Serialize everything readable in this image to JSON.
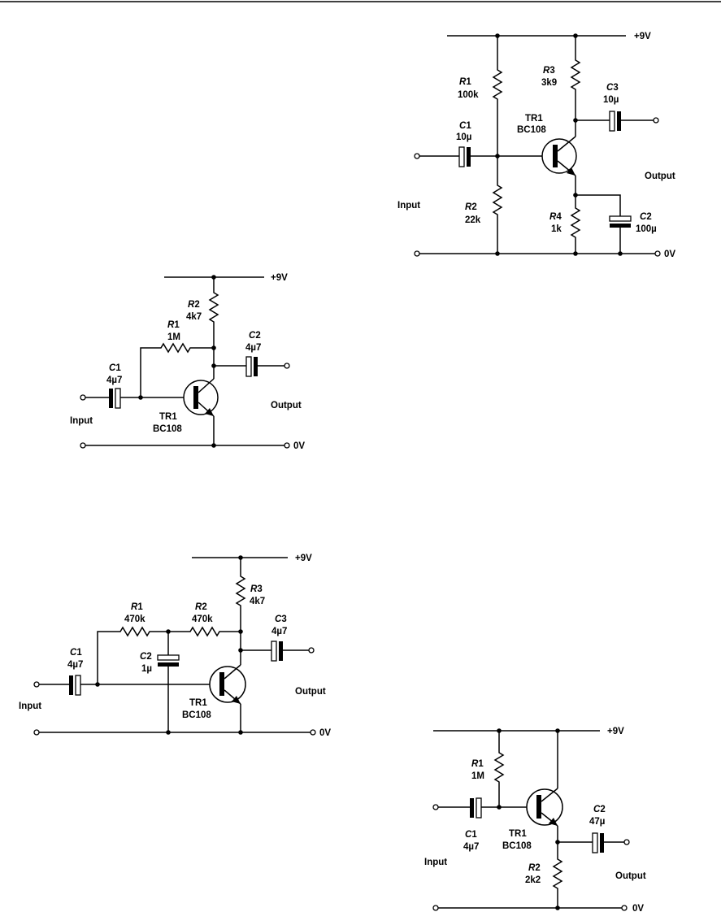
{
  "circuits": {
    "a": {
      "supply": "+9V",
      "ground": "0V",
      "r1_name": "R",
      "r1_num": "1",
      "r1_val": "100k",
      "r2_name": "R",
      "r2_num": "2",
      "r2_val": "22k",
      "r3_name": "R",
      "r3_num": "3",
      "r3_val": "3k9",
      "r4_name": "R",
      "r4_num": "4",
      "r4_val": "1k",
      "c1_name": "C",
      "c1_num": "1",
      "c1_val": "10µ",
      "c2_name": "C",
      "c2_num": "2",
      "c2_val": "100µ",
      "c3_name": "C",
      "c3_num": "3",
      "c3_val": "10µ",
      "tr": "TR1",
      "tr_type": "BC108",
      "input": "Input",
      "output": "Output"
    },
    "b": {
      "supply": "+9V",
      "ground": "0V",
      "r1_name": "R",
      "r1_num": "1",
      "r1_val": "1M",
      "r2_name": "R",
      "r2_num": "2",
      "r2_val": "4k7",
      "c1_name": "C",
      "c1_num": "1",
      "c1_val": "4µ7",
      "c2_name": "C",
      "c2_num": "2",
      "c2_val": "4µ7",
      "tr": "TR1",
      "tr_type": "BC108",
      "input": "Input",
      "output": "Output"
    },
    "c": {
      "supply": "+9V",
      "ground": "0V",
      "r1_name": "R",
      "r1_num": "1",
      "r1_val": "470k",
      "r2_name": "R",
      "r2_num": "2",
      "r2_val": "470k",
      "r3_name": "R",
      "r3_num": "3",
      "r3_val": "4k7",
      "c1_name": "C",
      "c1_num": "1",
      "c1_val": "4µ7",
      "c2_name": "C",
      "c2_num": "2",
      "c2_val": "1µ",
      "c3_name": "C",
      "c3_num": "3",
      "c3_val": "4µ7",
      "tr": "TR1",
      "tr_type": "BC108",
      "input": "Input",
      "output": "Output"
    },
    "d": {
      "supply": "+9V",
      "ground": "0V",
      "r1_name": "R",
      "r1_num": "1",
      "r1_val": "1M",
      "r2_name": "R",
      "r2_num": "2",
      "r2_val": "2k2",
      "c1_name": "C",
      "c1_num": "1",
      "c1_val": "4µ7",
      "c2_name": "C",
      "c2_num": "2",
      "c2_val": "47µ",
      "tr": "TR1",
      "tr_type": "BC108",
      "input": "Input",
      "output": "Output"
    }
  }
}
